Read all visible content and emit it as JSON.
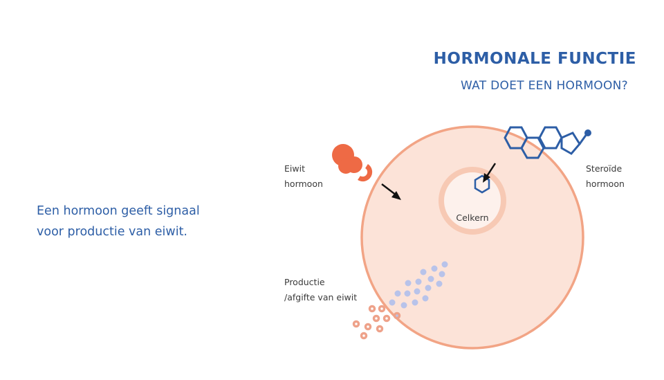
{
  "header": {
    "title": "HORMONALE FUNCTIE",
    "subtitle": "WAT DOET EEN HORMOON?"
  },
  "statement": {
    "line1": "Een hormoon geeft signaal",
    "line2": "voor productie van eiwit."
  },
  "diagram": {
    "labels": {
      "eiwit_line1": "Eiwit",
      "eiwit_line2": "hormoon",
      "steroide_line1": "Steroïde",
      "steroide_line2": "hormoon",
      "productie_line1": "Productie",
      "productie_line2": "/afgifte van eiwit",
      "celkern": "Celkern"
    },
    "colors": {
      "cell_fill": "#fce3d8",
      "cell_border": "#f2a485",
      "nucleus_fill": "#fdf1ec",
      "nucleus_border": "#f7c9b4",
      "protein_hormone": "#ee6a45",
      "steroid": "#2d5ea6",
      "vesicle": "#b8c3ea",
      "secreted": "#eea28a",
      "text_blue": "#2d5ea6"
    },
    "icons": [
      "protein-hormone-icon",
      "receptor-icon",
      "steroid-molecule-icon",
      "arrow-icon"
    ]
  }
}
